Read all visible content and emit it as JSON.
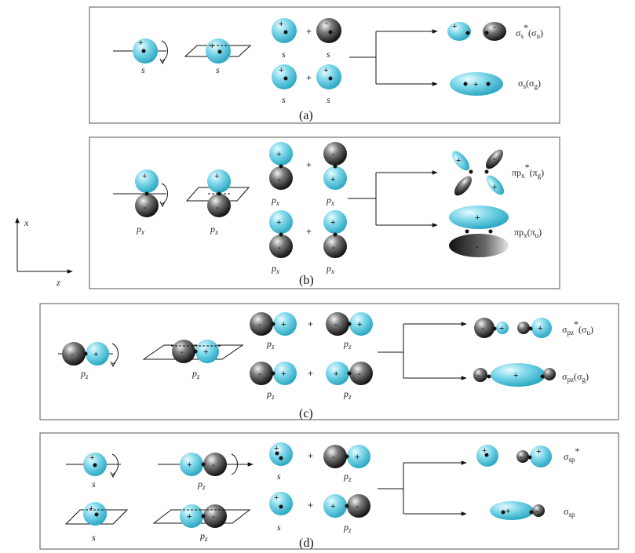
{
  "panels": [
    {
      "caption": "(a)"
    },
    {
      "caption": "(b)"
    },
    {
      "caption": "(c)"
    },
    {
      "caption": "(d)"
    }
  ],
  "orbital_labels": {
    "s": "s",
    "p": "p",
    "x": "x",
    "z": "z"
  },
  "signs": {
    "plus": "+",
    "minus": "-"
  },
  "results": {
    "a_anti": {
      "main": "σ",
      "sub": "s",
      "sup": "*",
      "paren": "(σ",
      "paren_sub": "u",
      "close": ")"
    },
    "a_bond": {
      "main": "σ",
      "sub": "s",
      "paren": "(σ",
      "paren_sub": "g",
      "close": ")"
    },
    "b_anti": {
      "main": "πp",
      "sub": "x",
      "sup": "*",
      "paren": "(π",
      "paren_sub": "g",
      "close": ")"
    },
    "b_bond": {
      "main": "πp",
      "sub": "x",
      "paren": "(π",
      "paren_sub": "u",
      "close": ")"
    },
    "c_anti": {
      "main": "σ",
      "sub": "pz",
      "sup": "*",
      "paren": "(σ",
      "paren_sub": "u",
      "close": ")"
    },
    "c_bond": {
      "main": "σ",
      "sub": "pz",
      "paren": "(σ",
      "paren_sub": "g",
      "close": ")"
    },
    "d_anti": {
      "main": "σ",
      "sub": "sp",
      "sup": "*"
    },
    "d_bond": {
      "main": "σ",
      "sub": "sp"
    }
  },
  "axes": {
    "x_label": "x",
    "z_label": "z"
  },
  "colors": {
    "cyan": "#5ccbe0",
    "dark": "#3a3a3a",
    "border": "#555555"
  }
}
